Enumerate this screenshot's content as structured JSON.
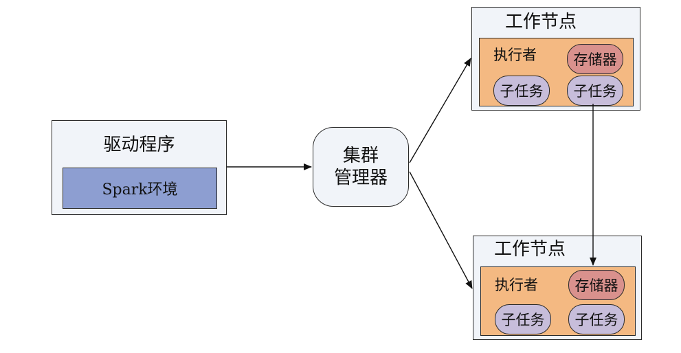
{
  "colors": {
    "panel_bg": "#f1f4f9",
    "spark_env": "#8d9ed1",
    "executor_bg": "#f4b982",
    "task": "#c7bdda",
    "storage": "#d9918d"
  },
  "driver": {
    "title": "驱动程序",
    "env": "Spark环境"
  },
  "cluster_manager": {
    "line1": "集群",
    "line2": "管理器"
  },
  "worker_top": {
    "title": "工作节点",
    "executor_label": "执行者",
    "storage": "存储器",
    "task1": "子任务",
    "task2": "子任务"
  },
  "worker_bottom": {
    "title": "工作节点",
    "executor_label": "执行者",
    "storage": "存储器",
    "task1": "子任务",
    "task2": "子任务"
  }
}
